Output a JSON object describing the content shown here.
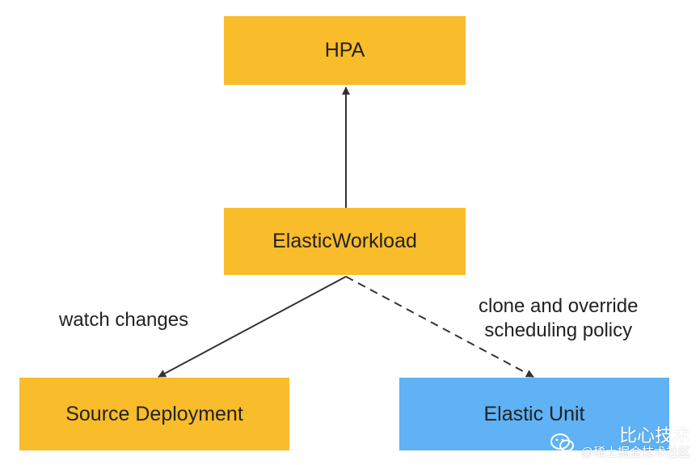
{
  "nodes": {
    "hpa": "HPA",
    "elastic_workload": "ElasticWorkload",
    "source_deployment": "Source Deployment",
    "elastic_unit": "Elastic Unit"
  },
  "edges": {
    "watch_label": "watch changes",
    "clone_label_line1": "clone and override",
    "clone_label_line2": "scheduling policy"
  },
  "watermark": {
    "line1": "比心技术",
    "line2": "@稀土掘金技术社区",
    "icon": "wechat-icon"
  },
  "colors": {
    "orange": "#f9bc2b",
    "blue": "#5fb2f5",
    "line": "#333333"
  }
}
